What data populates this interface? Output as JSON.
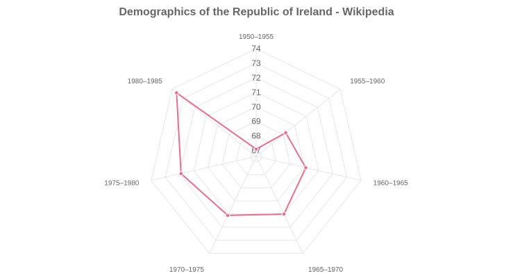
{
  "chart_data": {
    "type": "radar",
    "title": "Demographics of the Republic of Ireland - Wikipedia",
    "categories": [
      "1950–1955",
      "1955–1960",
      "1960–1965",
      "1965–1970",
      "1970–1975",
      "1975–1980",
      "1980–1985"
    ],
    "series": [
      {
        "values": [
          67.1,
          69.2,
          70.1,
          71.0,
          71.1,
          71.9,
          73.6
        ],
        "color": "#f06a8a"
      }
    ],
    "r_ticks": [
      67,
      68,
      69,
      70,
      71,
      72,
      73,
      74
    ],
    "r_range": [
      66.6,
      74
    ],
    "grid": true,
    "legend": "none",
    "grid_color": "#e6e6e6",
    "text_color": "#666666"
  }
}
